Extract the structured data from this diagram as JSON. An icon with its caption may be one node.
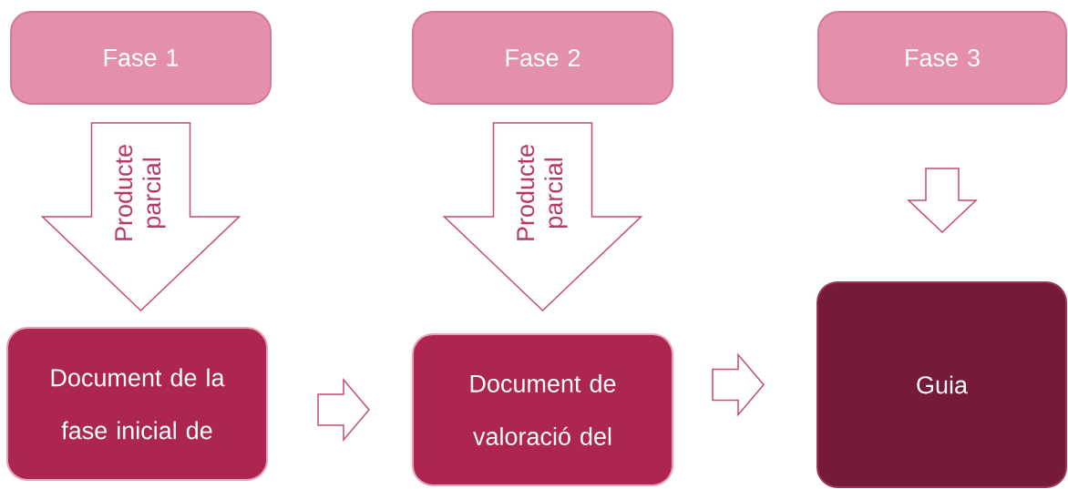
{
  "diagram": {
    "nodes": [
      {
        "text": [
          "Fase 1"
        ]
      },
      {
        "text": [
          "Fase 2"
        ]
      },
      {
        "text": [
          "Fase 3"
        ]
      },
      {
        "text": [
          "Document de la fase inicial de"
        ]
      },
      {
        "text": [
          "Document de valoració del"
        ]
      },
      {
        "text": [
          "Guia"
        ]
      }
    ],
    "edges": [
      {
        "from": 0,
        "to": 3,
        "arrow": "to",
        "label": "Producte parcial"
      },
      {
        "from": 1,
        "to": 4,
        "arrow": "to",
        "label": "Producte parcial"
      },
      {
        "from": 3,
        "to": 4,
        "arrow": "to"
      },
      {
        "from": 2,
        "to": 5,
        "arrow": "to"
      },
      {
        "from": 4,
        "to": 5,
        "arrow": "to"
      }
    ]
  }
}
